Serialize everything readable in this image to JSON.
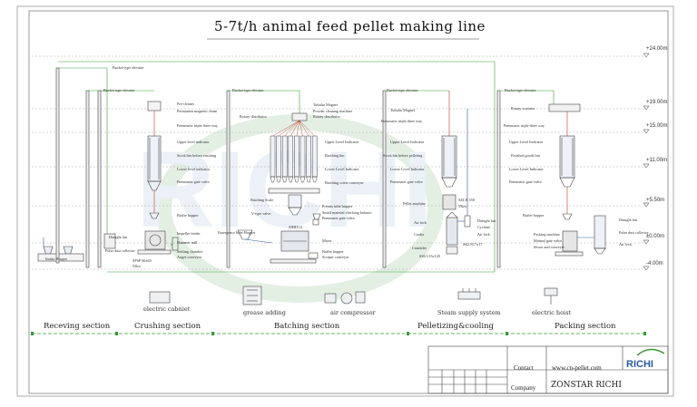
{
  "title": "5-7t/h animal feed pellet making line",
  "elevations": [
    "+24.00m",
    "+19.00m",
    "+15.00m",
    "+11.00m",
    "+5.50m",
    "±0.00m",
    "-4.00m"
  ],
  "sections": [
    "Receving section",
    "Crushing section",
    "Batching section",
    "Pelletizing&cooling",
    "Packing section"
  ],
  "aux_equipment": [
    "electric cabniet",
    "grease adding",
    "air compressor",
    "Steam supply system",
    "electric hoist"
  ],
  "labels_receiving": [
    "Intake Hopper",
    "Bucket type elevator",
    "Pulse dust collector",
    "Draught fan"
  ],
  "labels_crushing": [
    "Bucket type elevator",
    "Pre-cleaner",
    "Permanent magnetic drum",
    "Pneumatic triple three way",
    "Upper level indicator",
    "Stock bin before crushing",
    "Lower level indicator",
    "Pneumatic gate valve",
    "Buffer hopper",
    "Impeller feeder",
    "Hammer mill",
    "Settling chamber",
    "Auger conveyor"
  ],
  "mill_model": [
    "SFSP 60x60",
    "55kw"
  ],
  "labels_batching": [
    "Bucket type elevator",
    "Tubular Magnet",
    "Powder cleaning machine",
    "Rotary distributor",
    "Rotary distributor",
    "Upper Level Indicator",
    "Batching bin",
    "Lower Level Indicator",
    "Batching screw conveyor",
    "Batching Scale",
    "V-type valve",
    "Emergency Inlet Hopper",
    "Premix inlet hopper",
    "Small material checking balance",
    "Pneumatic gate valve",
    "Mixer",
    "Buffer hopper",
    "Scraper conveyor"
  ],
  "mixer_model": "SHHJ1.0",
  "labels_pelletizing": [
    "Bucket type elevator",
    "Tubular Magnet",
    "Pneumatic triple three way",
    "Upper Level Indicator",
    "Stock bin before pelleting",
    "Lower Level Indicator",
    "Pneumatic gate valve",
    "Pellet machine",
    "Air lock",
    "Cooler",
    "Crumbler",
    "Draught fan",
    "Cyclone",
    "Air lock"
  ],
  "pellet_model": [
    "SZLH 350",
    "55kw"
  ],
  "cooler_model": "SKLN17x17",
  "crumbler_model": "SSLG15x120",
  "labels_packing": [
    "Bucket type elevator",
    "Rotary screener",
    "Pneumatic triple three way",
    "Upper Level Indicator",
    "Finished goods bin",
    "Lower Level Indicator",
    "Pneumatic gate valve",
    "Buffer hopper",
    "Packing machine",
    "Manual gate valve",
    "Sewer and conveyer",
    "Draught fan",
    "Pulse dust collector",
    "Air lock"
  ],
  "title_block": {
    "contact_label": "Contact",
    "website": "www.cn-pellet.com",
    "company_label": "Company",
    "company": "ZONSTAR RICHI",
    "logo": "RICHI",
    "watermark": "RICHI"
  },
  "colors": {
    "line": "#444444",
    "green": "#3a9a3a",
    "red": "#c0392b",
    "blue": "#2c5aa0",
    "watermark": "#dbe7f0"
  }
}
